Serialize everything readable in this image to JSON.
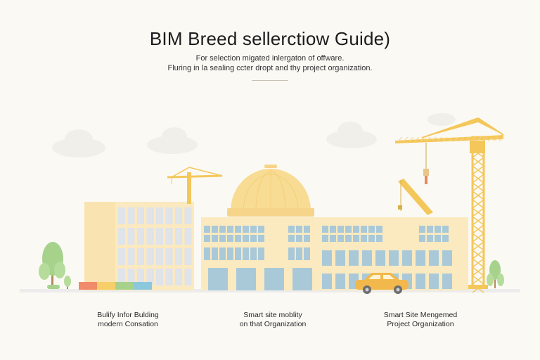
{
  "header": {
    "title": "BIM Breed sellerctiow Guide)",
    "subtitle_line1": "For selection migated inlergaton of offware.",
    "subtitle_line2": "Fluring in la sealing ccter dropt and thy project organization."
  },
  "captions": [
    {
      "line1": "Bulify Infor Bulding",
      "line2": "modern Consation"
    },
    {
      "line1": "Smart site moblity",
      "line2": "on that Organization"
    },
    {
      "line1": "Smart Site Mengemed",
      "line2": "Project Organization"
    }
  ],
  "colors": {
    "background": "#fbf9f4",
    "building": "#fbe9c0",
    "window": "#a9c9d8",
    "crane": "#f4c75a",
    "dome": "#f8dc94",
    "tree": "#a6d28c",
    "car": "#f2b84b"
  },
  "legend_swatches": [
    "#f08a6a",
    "#f6cf6a",
    "#a6d28c",
    "#8cc8dc"
  ]
}
